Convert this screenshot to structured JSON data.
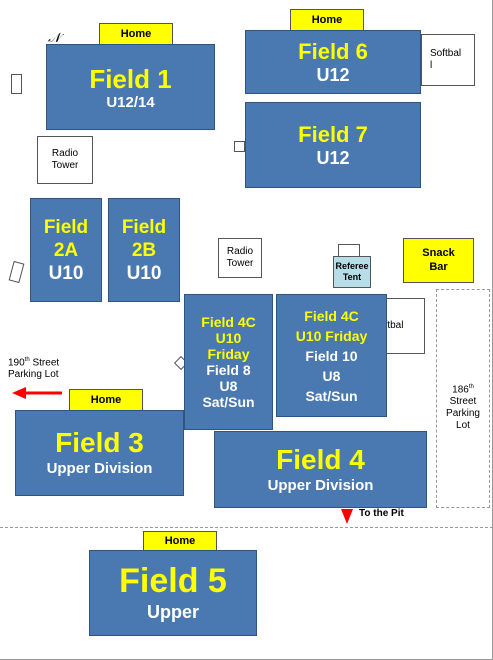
{
  "home_label": "Home",
  "fields": {
    "f1": {
      "name": "Field 1",
      "age": "U12/14"
    },
    "f6": {
      "name": "Field 6",
      "age": "U12"
    },
    "f7": {
      "name": "Field 7",
      "age": "U12"
    },
    "f2a": {
      "l1": "Field",
      "l2": "2A",
      "l3": "U10"
    },
    "f2b": {
      "l1": "Field",
      "l2": "2B",
      "l3": "U10"
    },
    "f4c_left": {
      "l1": "Field 4C",
      "l2": "U10",
      "l3": "Friday",
      "l4": "Field 8",
      "l5": "U8",
      "l6": "Sat/Sun"
    },
    "f4c_right": {
      "l1": "Field 4C",
      "l2": "U10 Friday",
      "l3": "Field 10",
      "l4": "U8",
      "l5": "Sat/Sun"
    },
    "f3": {
      "name": "Field 3",
      "div": "Upper Division"
    },
    "f4": {
      "name": "Field 4",
      "div": "Upper Division"
    },
    "f5": {
      "name": "Field 5",
      "div": "Upper"
    }
  },
  "softball_top": {
    "l1": "Softbal",
    "l2": "l"
  },
  "softball_mid": "oftbal",
  "radio_tower_1": {
    "l1": "Radio",
    "l2": "Tower"
  },
  "radio_tower_2": {
    "l1": "Radio",
    "l2": "Tower"
  },
  "referee_tent": {
    "l1": "Referee",
    "l2": "Tent"
  },
  "snack_bar": {
    "l1": "Snack",
    "l2": "Bar"
  },
  "parking_190": {
    "l1a": "190",
    "l1sup": "th",
    "l1b": " Street",
    "l2": "Parking Lot"
  },
  "parking_186": {
    "l1": "186",
    "l1sup": "th",
    "l2": "Street",
    "l3": "Parking",
    "l4": "Lot"
  },
  "to_the_pit": "To the Pit",
  "colors": {
    "field_fill": "#4a78b0",
    "field_title": "#ffff00",
    "home_fill": "#ffff00",
    "arrow": "#ff0000",
    "tent_fill": "#b7dde8"
  }
}
